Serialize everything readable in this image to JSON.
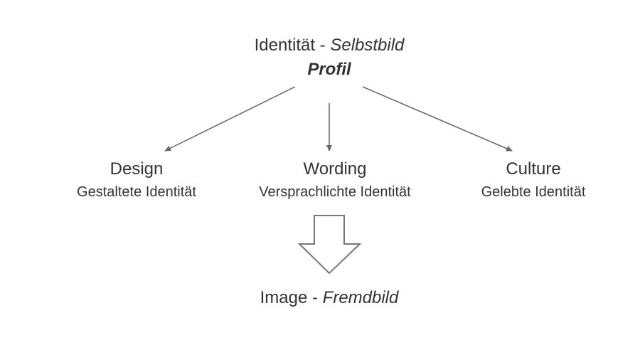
{
  "top": {
    "title": "Identität",
    "separator": " - ",
    "title_italic": "Selbstbild",
    "subtitle": "Profil"
  },
  "nodes": [
    {
      "title": "Design",
      "subtitle": "Gestaltete Identität"
    },
    {
      "title": "Wording",
      "subtitle": "Versprachlichte Identität"
    },
    {
      "title": "Culture",
      "subtitle": "Gelebte Identität"
    }
  ],
  "bottom": {
    "title": "Image",
    "separator": " - ",
    "title_italic": "Fremdbild"
  },
  "colors": {
    "text": "#333333",
    "arrow": "#666666"
  }
}
